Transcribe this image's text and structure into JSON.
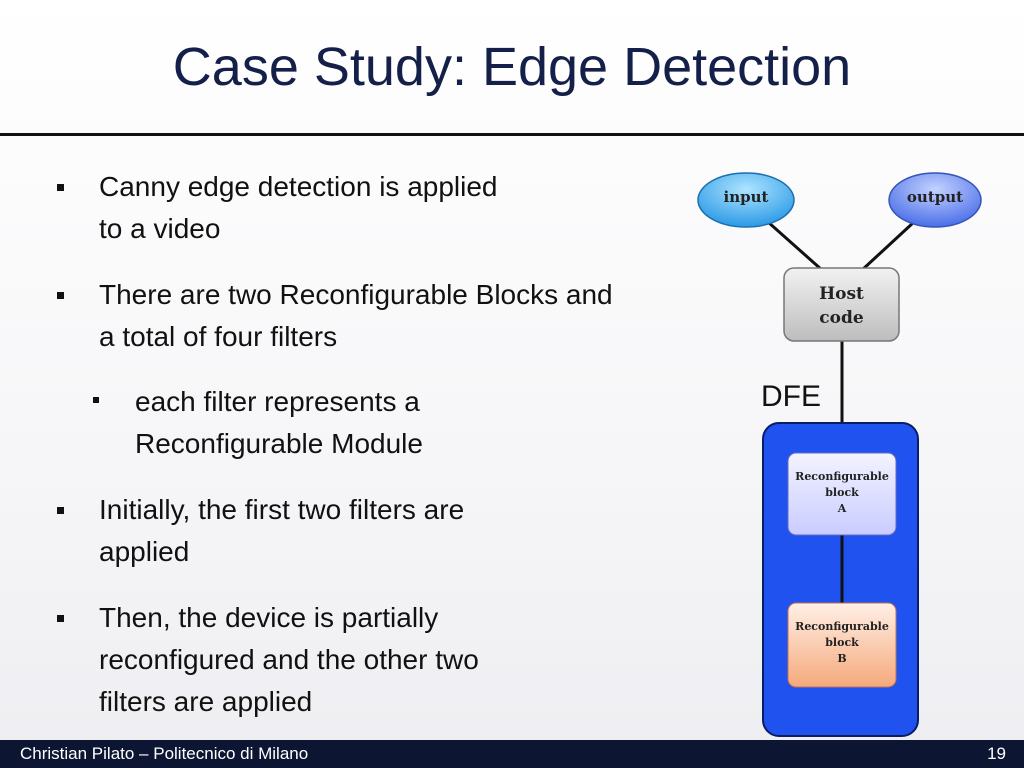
{
  "slide": {
    "title": "Case Study: Edge Detection",
    "bullets": [
      "Canny edge detection is applied to a video",
      "There are two Reconfigurable Blocks and a total of four filters",
      "each filter represents a Reconfigurable Module",
      "Initially, the first two filters are applied",
      "Then, the device is partially reconfigured and the other two filters are applied"
    ]
  },
  "diagram": {
    "input_label": "input",
    "output_label": "output",
    "host_line1": "Host",
    "host_line2": "code",
    "dfe_label": "DFE",
    "block_a": {
      "line1": "Reconfigurable",
      "line2": "block",
      "line3": "A"
    },
    "block_b": {
      "line1": "Reconfigurable",
      "line2": "block",
      "line3": "B"
    },
    "colors": {
      "input": "#3aa8ee",
      "output": "#5a7ef0",
      "host": "#d4d4d4",
      "dfe": "#1f52ee",
      "block_a": "#e6e8ff",
      "block_b": "#f7b896"
    }
  },
  "footer": {
    "author": "Christian Pilato – Politecnico di Milano",
    "page_number": "19"
  }
}
